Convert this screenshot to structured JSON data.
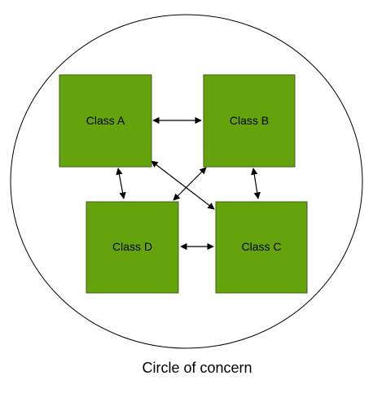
{
  "diagram": {
    "caption": "Circle of concern",
    "nodes": [
      {
        "id": "a",
        "label": "Class A"
      },
      {
        "id": "b",
        "label": "Class B"
      },
      {
        "id": "c",
        "label": "Class C"
      },
      {
        "id": "d",
        "label": "Class D"
      }
    ],
    "edges": [
      {
        "from": "a",
        "to": "b",
        "bidirectional": true
      },
      {
        "from": "a",
        "to": "d",
        "bidirectional": true
      },
      {
        "from": "a",
        "to": "c",
        "bidirectional": true
      },
      {
        "from": "b",
        "to": "d",
        "bidirectional": true
      },
      {
        "from": "b",
        "to": "c",
        "bidirectional": true
      },
      {
        "from": "d",
        "to": "c",
        "bidirectional": true
      }
    ],
    "colors": {
      "node_fill": "#65A30D",
      "node_stroke": "#3F6212",
      "circle_stroke": "#000000",
      "edge": "#000000"
    }
  }
}
